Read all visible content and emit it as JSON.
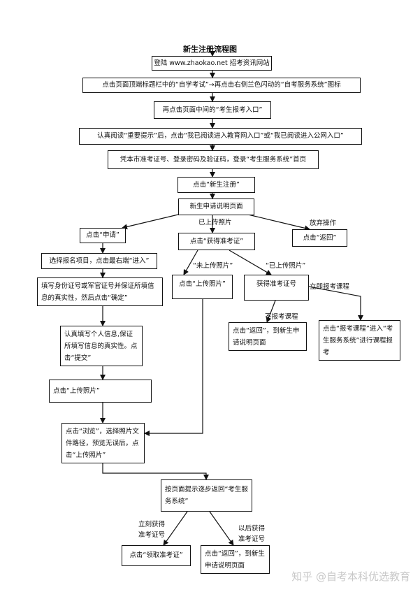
{
  "title": "新生注册流程图",
  "steps": {
    "login": "登陆 www.zhaokao.net 招考资讯网站",
    "click_top_bar": "点击页面顶端标题栏中的“自学考试”→再点击右侧兰色闪动的“自考服务系统”图标",
    "click_entry": "再点击页面中间的“考生报考入口”",
    "read_notice": "认真阅读“重要提示”后，点击“我已阅读进入教育网入口”或“我已阅读进入公网入口”",
    "credentials": "凭本市准考证号、登录密码及验证码，登录“考生服务系统”首页",
    "new_register": "点击“新生注册”",
    "apply_desc": "新生申请说明页面",
    "click_apply": "点击“申请”",
    "get_ticket": "点击“获得准考证”",
    "click_return": "点击“返回”",
    "choose_project": "选择报名项目，点击最右端“进入”",
    "fill_id": "填写身份证号或军官证号并保证所填信息的真实性，然后点击“确定”",
    "fill_info": "认真填写个人信息,保证所填写信息的真实性。点击“提交”",
    "upload_photo_left": "点击“上传照片”",
    "upload_photo_mid": "点击“上传照片”",
    "got_ticket": "获得准考证号",
    "return_new": "点击“返回”，到新生申请说明页面",
    "enroll_course": "点击“报考课程”进入“考生服务系统”进行课程报考",
    "browse": "点击“浏览”，选择照片文件路径，预览无误后，点击“上传照片”",
    "return_system": "按页面提示逐步返回“考生服务系统”",
    "receive_ticket": "点击“领取准考证”",
    "return_final": "点击“返回”，到新生申请说明页面"
  },
  "edge_labels": {
    "uploaded_photo": "已上传照片",
    "give_up": "放弃操作",
    "not_uploaded": "“未上传照片”",
    "uploaded": "“已上传照片”",
    "enroll_now": "立即报考课程",
    "no_enroll": "不报考课程",
    "get_now_1": "立刻获得",
    "get_now_2": "准考证号",
    "get_later_1": "以后获得",
    "get_later_2": "准考证号"
  },
  "watermark": "知乎 @自考本科优选教育",
  "colors": {
    "line": "#111111",
    "watermark": "#c8c8c8"
  }
}
